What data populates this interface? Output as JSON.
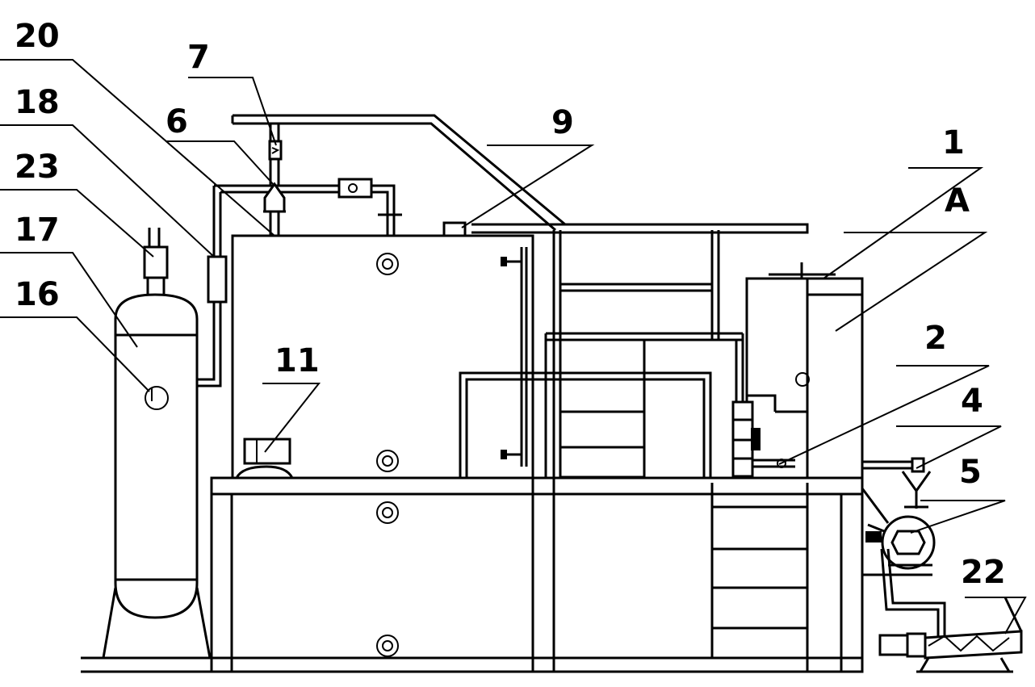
{
  "labels": {
    "l20": "20",
    "l7": "7",
    "l18": "18",
    "l6": "6",
    "l23": "23",
    "l17": "17",
    "l16": "16",
    "l9": "9",
    "l1": "1",
    "lA": "A",
    "l11": "11",
    "l2": "2",
    "l4": "4",
    "l5": "5",
    "l22": "22"
  }
}
